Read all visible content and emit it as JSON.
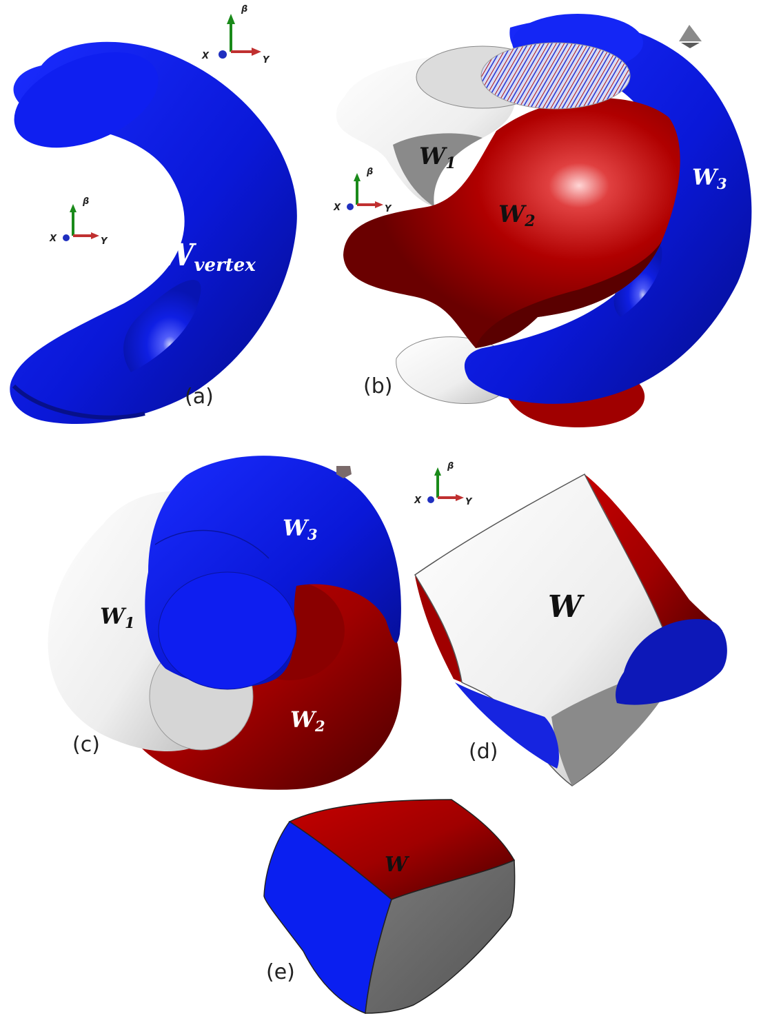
{
  "panels": [
    {
      "id": "a",
      "label": "(a)",
      "shapes": [
        {
          "label": "W",
          "sub": "vertex"
        }
      ]
    },
    {
      "id": "b",
      "label": "(b)",
      "shapes": [
        {
          "label": "W",
          "sub": "1"
        },
        {
          "label": "W",
          "sub": "2"
        },
        {
          "label": "W",
          "sub": "3"
        }
      ]
    },
    {
      "id": "c",
      "label": "(c)",
      "shapes": [
        {
          "label": "W",
          "sub": "1"
        },
        {
          "label": "W",
          "sub": "2"
        },
        {
          "label": "W",
          "sub": "3"
        }
      ]
    },
    {
      "id": "d",
      "label": "(d)",
      "shapes": [
        {
          "label": "W"
        }
      ]
    },
    {
      "id": "e",
      "label": "(e)",
      "shapes": [
        {
          "label": "W"
        }
      ]
    }
  ],
  "axes": {
    "x": "X",
    "y": "Y",
    "z": "β"
  },
  "colors": {
    "blue": "#0a1fe6",
    "red": "#a50000",
    "white": "#f4f4f4",
    "grey": "#6a6a6a"
  }
}
